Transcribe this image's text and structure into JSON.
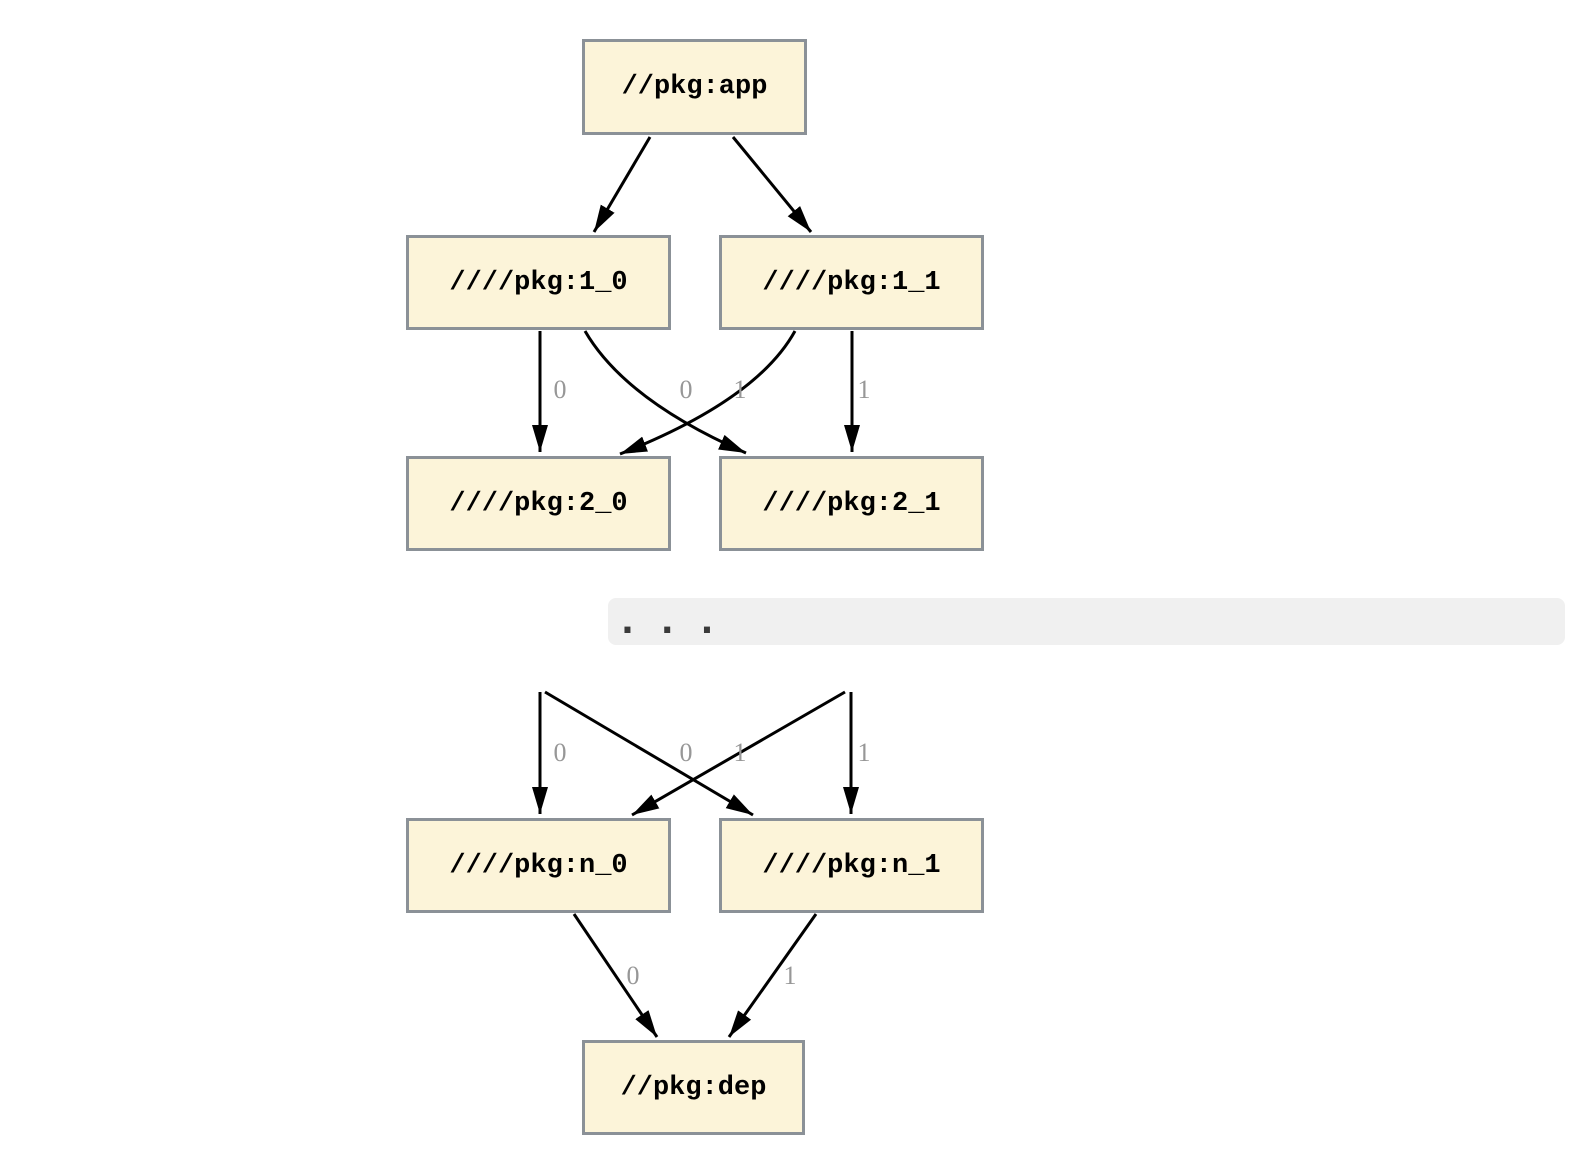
{
  "diagram": {
    "type": "dependency-graph",
    "nodes": [
      {
        "id": "app",
        "label": "//pkg:app"
      },
      {
        "id": "1_0",
        "label": "////pkg:1_0"
      },
      {
        "id": "1_1",
        "label": "////pkg:1_1"
      },
      {
        "id": "2_0",
        "label": "////pkg:2_0"
      },
      {
        "id": "2_1",
        "label": "////pkg:2_1"
      },
      {
        "id": "n_0",
        "label": "////pkg:n_0"
      },
      {
        "id": "n_1",
        "label": "////pkg:n_1"
      },
      {
        "id": "dep",
        "label": "//pkg:dep"
      }
    ],
    "edges": [
      {
        "from": "app",
        "to": "1_0",
        "label": ""
      },
      {
        "from": "app",
        "to": "1_1",
        "label": ""
      },
      {
        "from": "1_0",
        "to": "2_0",
        "label": "0"
      },
      {
        "from": "1_1",
        "to": "2_0",
        "label": "0"
      },
      {
        "from": "1_0",
        "to": "2_1",
        "label": "1"
      },
      {
        "from": "1_1",
        "to": "2_1",
        "label": "1"
      },
      {
        "from": "...",
        "to": "n_0",
        "label": "0"
      },
      {
        "from": "...",
        "to": "n_0",
        "label": "0"
      },
      {
        "from": "...",
        "to": "n_1",
        "label": "1"
      },
      {
        "from": "...",
        "to": "n_1",
        "label": "1"
      },
      {
        "from": "n_0",
        "to": "dep",
        "label": "0"
      },
      {
        "from": "n_1",
        "to": "dep",
        "label": "1"
      }
    ],
    "ellipsis": ". . .",
    "colors": {
      "node_fill": "#FCF4D9",
      "node_border": "#8B9197",
      "node_text": "#000000",
      "edge": "#000000",
      "edge_label": "#979797",
      "band_bg": "#F0F0F0",
      "ellipsis_color": "#3A3A3A"
    }
  }
}
